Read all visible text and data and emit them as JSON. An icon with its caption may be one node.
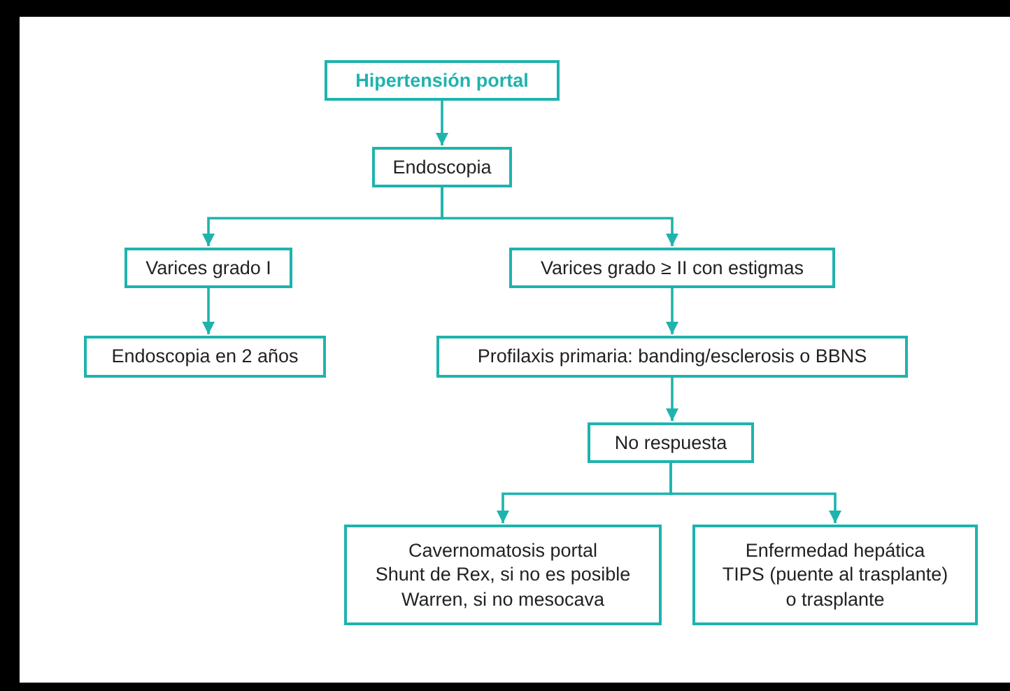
{
  "diagram": {
    "nodes": [
      {
        "text": [
          "Hipertensión portal"
        ]
      },
      {
        "text": [
          "Endoscopia"
        ]
      },
      {
        "text": [
          "Varices grado I"
        ]
      },
      {
        "text": [
          "Varices grado ≥ II con estigmas"
        ]
      },
      {
        "text": [
          "Endoscopia en 2 años"
        ]
      },
      {
        "text": [
          "Profilaxis primaria: banding/esclerosis o BBNS"
        ]
      },
      {
        "text": [
          "No respuesta"
        ]
      },
      {
        "text": [
          "Cavernomatosis portal",
          "Shunt de Rex, si no es posible",
          "Warren, si no mesocava"
        ]
      },
      {
        "text": [
          "Enfermedad hepática",
          "TIPS (puente al trasplante)",
          "o trasplante"
        ]
      }
    ],
    "edges": [
      {
        "from": 0,
        "to": 1,
        "arrow": "to"
      },
      {
        "from": 1,
        "to": 2,
        "arrow": "to"
      },
      {
        "from": 1,
        "to": 3,
        "arrow": "to"
      },
      {
        "from": 2,
        "to": 4,
        "arrow": "to"
      },
      {
        "from": 3,
        "to": 5,
        "arrow": "to"
      },
      {
        "from": 5,
        "to": 6,
        "arrow": "to"
      },
      {
        "from": 6,
        "to": 7,
        "arrow": "to"
      },
      {
        "from": 6,
        "to": 8,
        "arrow": "to"
      }
    ]
  }
}
